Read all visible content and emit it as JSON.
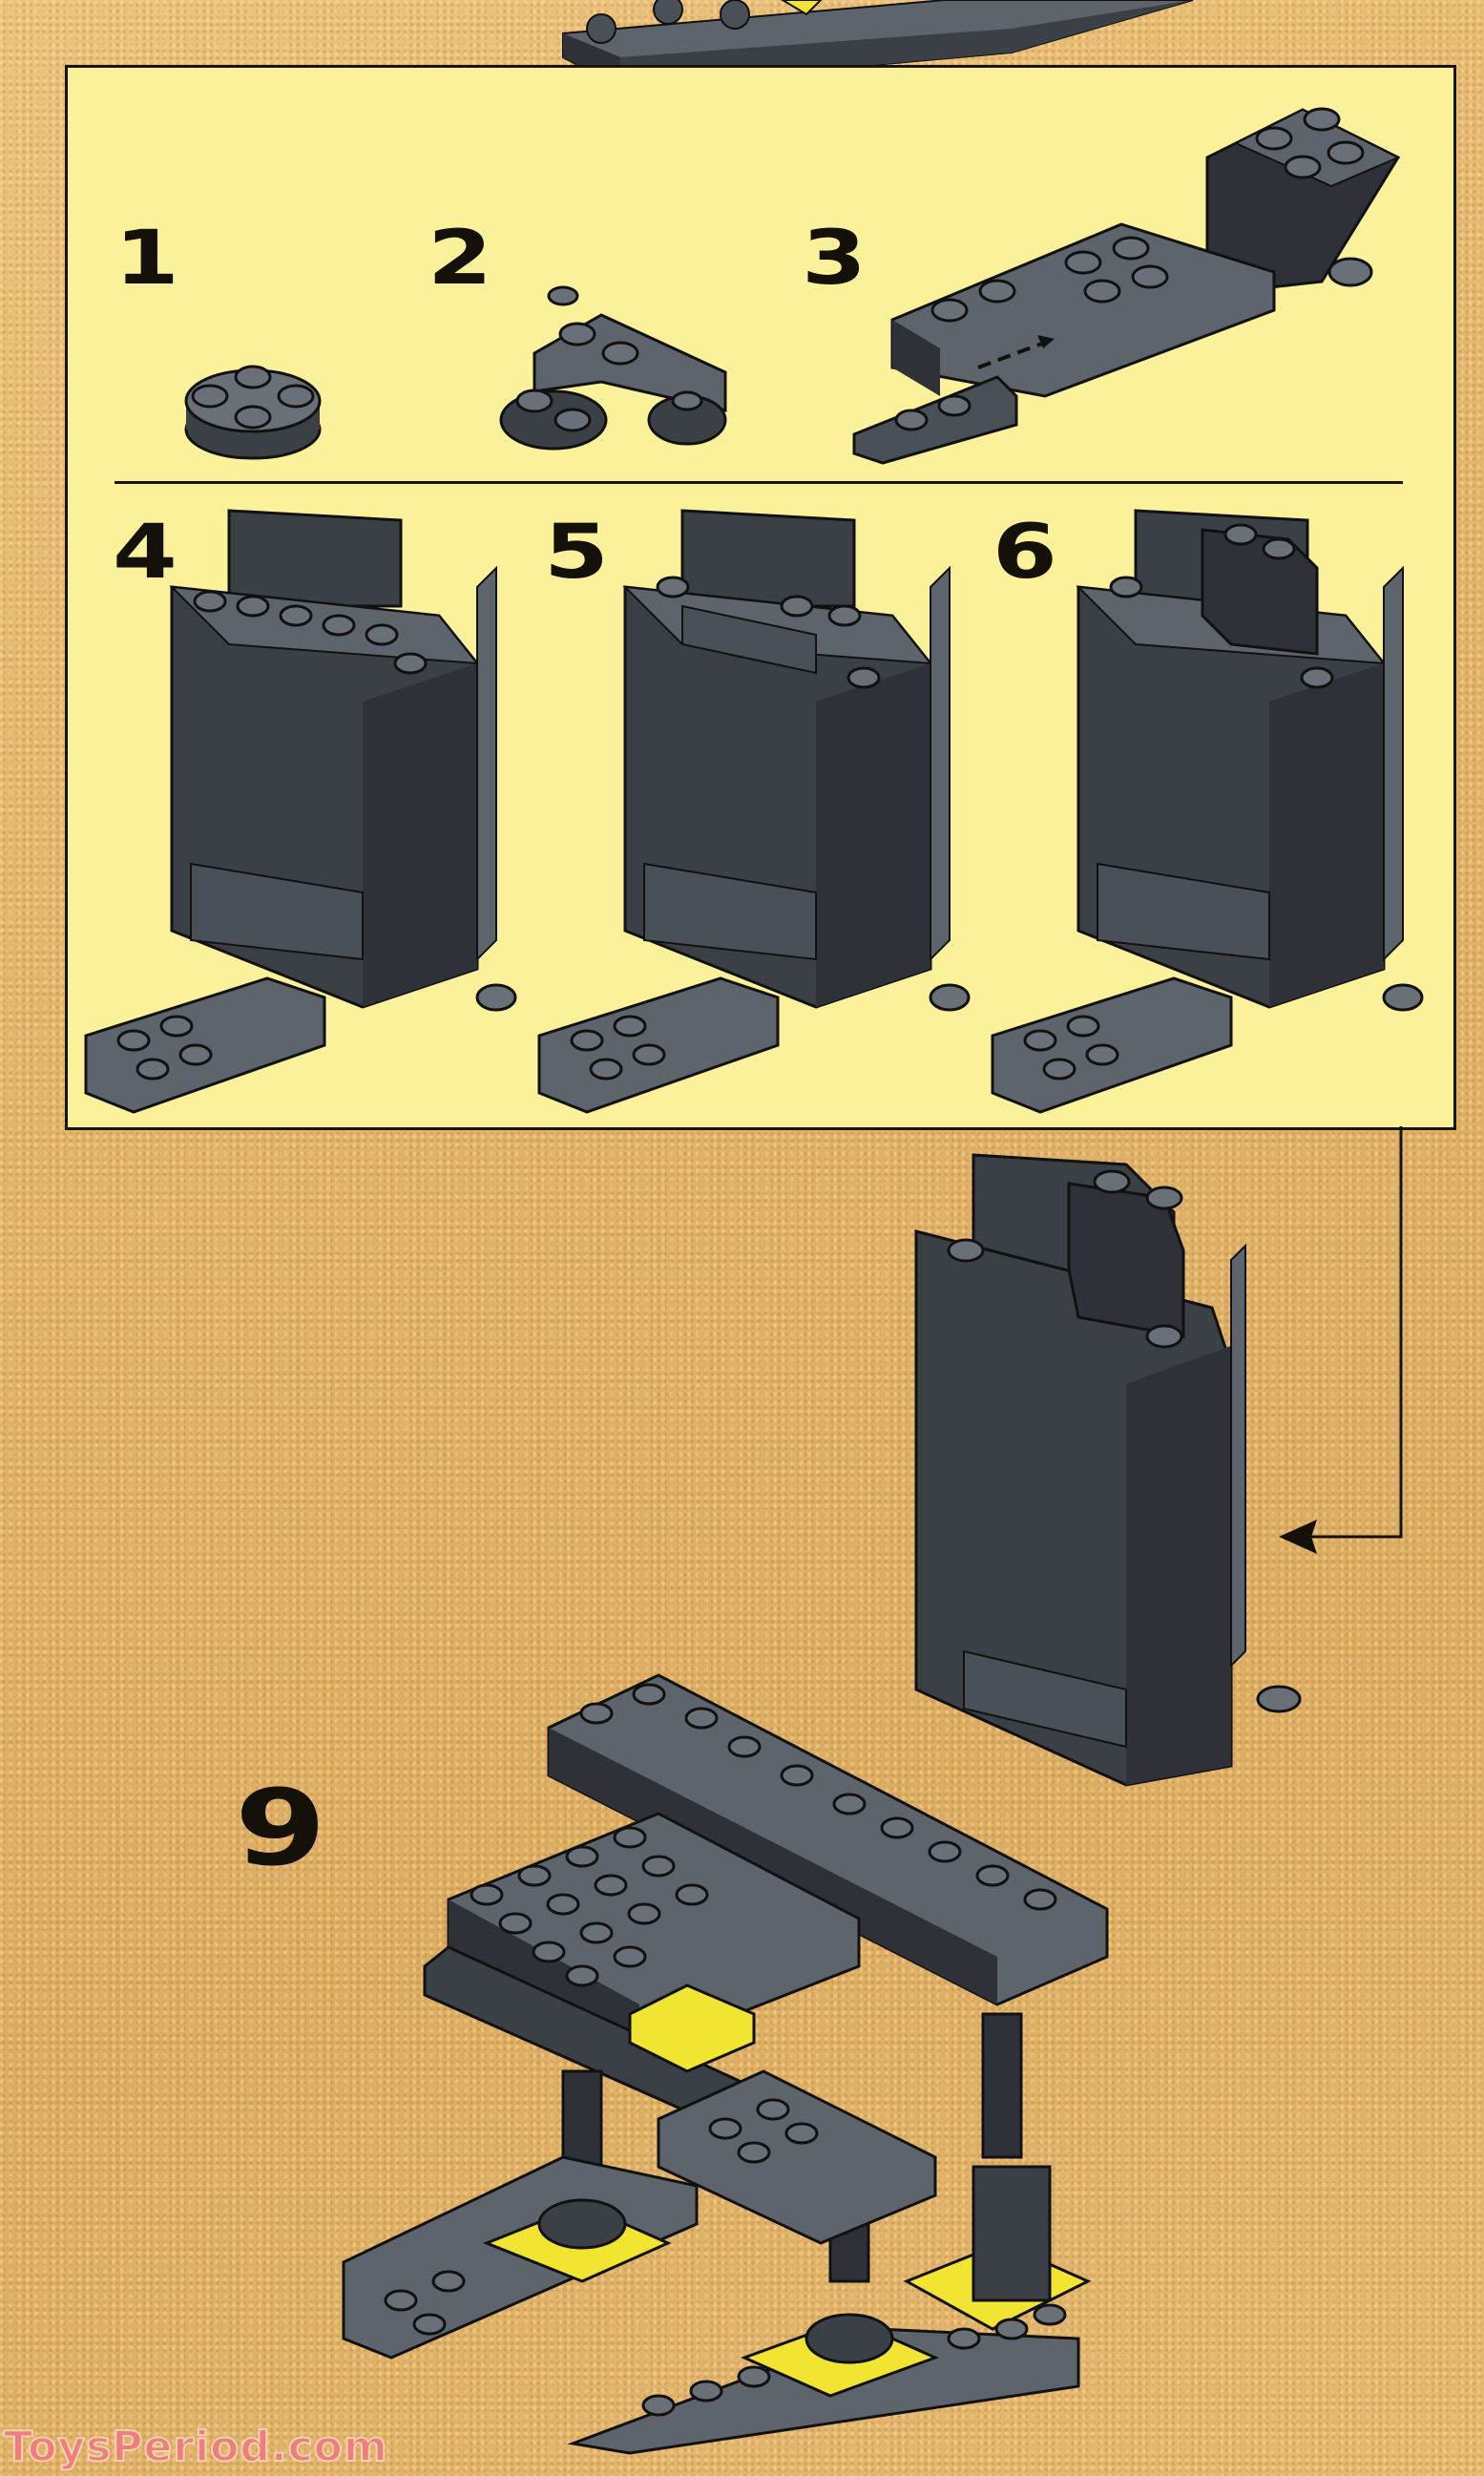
{
  "page": {
    "type": "building-instructions",
    "colors": {
      "background": "#e3b66c",
      "panel": "#fbf19a",
      "ink": "#14110a",
      "brick_light": "#5d646c",
      "brick_dark": "#2e3238",
      "accent_yellow": "#f2e531",
      "watermark": "#f07a80"
    }
  },
  "panel": {
    "steps": [
      {
        "number": "1",
        "part": "round-plate-2x2"
      },
      {
        "number": "2",
        "part": "round-plate-with-hinge"
      },
      {
        "number": "3",
        "part": "hinge-plate-assembly"
      },
      {
        "number": "4",
        "part": "cockpit-wall-assembly"
      },
      {
        "number": "5",
        "part": "cockpit-wall-assembly"
      },
      {
        "number": "6",
        "part": "cockpit-wall-assembly"
      }
    ]
  },
  "main_step": {
    "number": "9",
    "part": "walker-body-assembly"
  },
  "watermark": {
    "text": "ToysPeriod.com"
  }
}
